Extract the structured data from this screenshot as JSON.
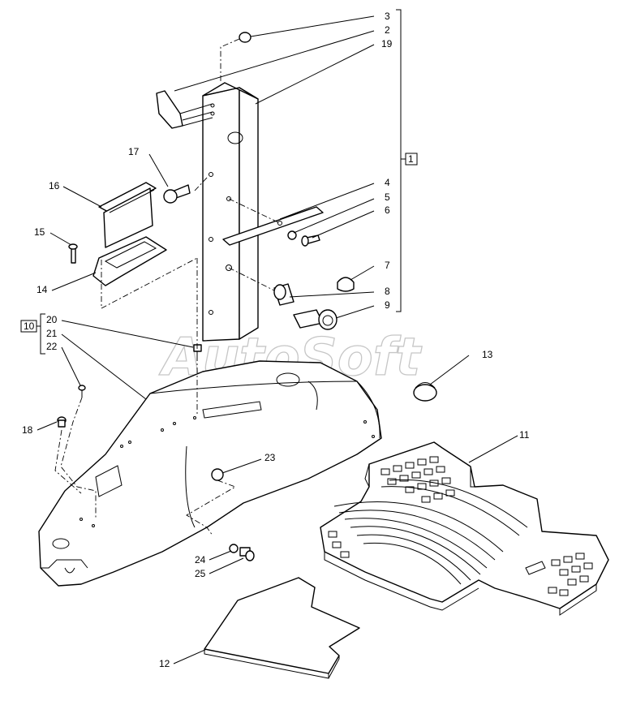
{
  "watermark": "AutoSoft",
  "callouts": [
    {
      "id": "c3",
      "text": "3"
    },
    {
      "id": "c2",
      "text": "2"
    },
    {
      "id": "c19",
      "text": "19"
    },
    {
      "id": "c1",
      "text": "1"
    },
    {
      "id": "c17",
      "text": "17"
    },
    {
      "id": "c16",
      "text": "16"
    },
    {
      "id": "c15",
      "text": "15"
    },
    {
      "id": "c14",
      "text": "14"
    },
    {
      "id": "c4",
      "text": "4"
    },
    {
      "id": "c5",
      "text": "5"
    },
    {
      "id": "c6",
      "text": "6"
    },
    {
      "id": "c7",
      "text": "7"
    },
    {
      "id": "c8",
      "text": "8"
    },
    {
      "id": "c9",
      "text": "9"
    },
    {
      "id": "c10",
      "text": "10"
    },
    {
      "id": "c20",
      "text": "20"
    },
    {
      "id": "c21",
      "text": "21"
    },
    {
      "id": "c22",
      "text": "22"
    },
    {
      "id": "c13",
      "text": "13"
    },
    {
      "id": "c18",
      "text": "18"
    },
    {
      "id": "c11",
      "text": "11"
    },
    {
      "id": "c23",
      "text": "23"
    },
    {
      "id": "c24",
      "text": "24"
    },
    {
      "id": "c25",
      "text": "25"
    },
    {
      "id": "c12",
      "text": "12"
    }
  ]
}
